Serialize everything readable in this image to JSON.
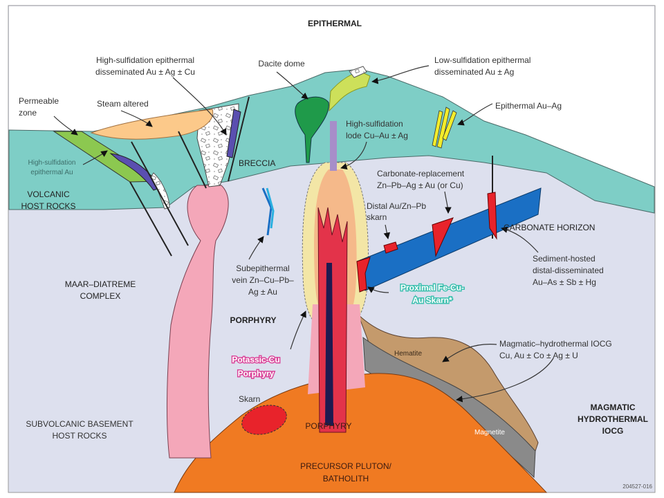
{
  "labels": {
    "epithermal": "EPITHERMAL",
    "hs_disseminated": [
      "High-sulfidation epithermal",
      "disseminated Au ± Ag ± Cu"
    ],
    "dacite": "Dacite dome",
    "ls_disseminated": [
      "Low-sulfidation epithermal",
      "disseminated Au ± Ag"
    ],
    "permeable": [
      "Permeable",
      "zone"
    ],
    "steam": "Steam altered",
    "hs_au": [
      "High-sulfidation",
      "epithermal Au"
    ],
    "breccia": "BRECCIA",
    "hs_lode": [
      "High-sulfidation",
      "lode Cu–Au ± Ag"
    ],
    "epi_auag": "Epithermal Au–Ag",
    "volcanic": [
      "VOLCANIC",
      "HOST ROCKS"
    ],
    "carb_repl": [
      "Carbonate-replacement",
      "Zn–Pb–Ag ± Au (or Cu)"
    ],
    "distal": [
      "Distal Au/Zn–Pb",
      "skarn"
    ],
    "carb_horizon": "CARBONATE HORIZON",
    "subep": [
      "Subepithermal",
      "vein Zn–Cu–Pb–",
      "Ag ± Au"
    ],
    "sediment": [
      "Sediment-hosted",
      "distal-disseminated",
      "Au–As ± Sb ± Hg"
    ],
    "maar": [
      "MAAR–DIATREME",
      "COMPLEX"
    ],
    "proximal": [
      "Proximal Fe-Cu-",
      "Au Skarn*"
    ],
    "porphyry": "PORPHYRY",
    "potassic": [
      "Potassic-Cu",
      "Porphyry"
    ],
    "hematite": "Hematite",
    "iocg": [
      "Magmatic–hydrothermal IOCG",
      "Cu, Au ± Co ± Ag ± U"
    ],
    "skarn": "Skarn",
    "porphyry2": "PORPHYRY",
    "subvolcanic": [
      "SUBVOLCANIC BASEMENT",
      "HOST ROCKS"
    ],
    "magnetite": "Magnetite",
    "magmatic": [
      "MAGMATIC",
      "HYDROTHERMAL",
      "IOCG"
    ],
    "pluton": [
      "PRECURSOR PLUTON/",
      "BATHOLITH"
    ],
    "figure_id": "204527-016"
  },
  "colors": {
    "sky": "#ffffff",
    "basement": "#dde0ee",
    "volcanic": "#7ecec6",
    "pluton": "#f07a22",
    "hematite": "#c49a6c",
    "magnetite": "#8a8a8a",
    "carbonate": "#1a6fc4",
    "skarn_red": "#e8232b",
    "diatreme_pink": "#f4a7b9",
    "porphyry_halo": "#f3e6a6",
    "porphyry_core": "#f5b98a",
    "dike_red": "#e3334a",
    "steam": "#fcc98a",
    "permeable_green": "#8cc850",
    "vein_purple": "#5a4fb0",
    "dacite_green": "#1f9a4a",
    "ls_yellowgreen": "#cde05a",
    "epi_yellow": "#f2ec2a"
  }
}
